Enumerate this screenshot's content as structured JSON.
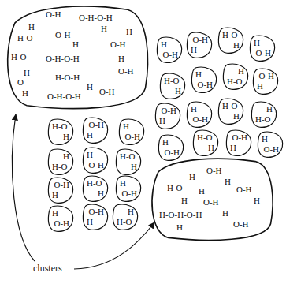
{
  "diagram": {
    "nodes": [
      {
        "text": [
          "O-H",
          "O-H-O-H",
          "H",
          "H",
          "H-O",
          "O-H",
          "H",
          "H",
          "O-H",
          "H-O",
          "O-H-O-H",
          "H",
          "O-H",
          "H",
          "O",
          "H-O-H",
          "H",
          "O-H",
          "H",
          "O-H-O-H"
        ]
      },
      {
        "text": [
          "H",
          "O-H"
        ]
      },
      {
        "text": [
          "O-H",
          "H"
        ]
      },
      {
        "text": [
          "H-O",
          "H"
        ]
      },
      {
        "text": [
          "H",
          "O-H"
        ]
      },
      {
        "text": [
          "O-H",
          "H"
        ]
      },
      {
        "text": [
          "H",
          "H-O"
        ]
      },
      {
        "text": [
          "H",
          "O-H"
        ]
      },
      {
        "text": [
          "H-O",
          "H"
        ]
      },
      {
        "text": [
          "O-H",
          "H"
        ]
      },
      {
        "text": [
          "H",
          "O-H"
        ]
      },
      {
        "text": [
          "H-O",
          "H"
        ]
      },
      {
        "text": [
          "H",
          "H-O"
        ]
      },
      {
        "text": [
          "H",
          "O-H"
        ]
      },
      {
        "text": [
          "O-H",
          "H"
        ]
      },
      {
        "text": [
          "H-O",
          "H"
        ]
      },
      {
        "text": [
          "H",
          "O-H"
        ]
      },
      {
        "text": [
          "H",
          "O-H"
        ]
      },
      {
        "text": [
          "O-H",
          "H"
        ]
      },
      {
        "text": [
          "H-O",
          "H"
        ]
      },
      {
        "text": [
          "H",
          "H-O"
        ]
      },
      {
        "text": [
          "H",
          "O-H"
        ]
      },
      {
        "text": [
          "H-O",
          "H"
        ]
      },
      {
        "text": [
          "O-H",
          "H"
        ]
      },
      {
        "text": [
          "H-O",
          "H"
        ]
      },
      {
        "text": [
          "H",
          "O-H"
        ]
      },
      {
        "text": [
          "H",
          "O-H"
        ]
      },
      {
        "text": [
          "O-H",
          "H"
        ]
      },
      {
        "text": [
          "H",
          "H-O"
        ]
      },
      {
        "text": [
          "O-H",
          "H",
          "H",
          "O-H",
          "H-O",
          "H",
          "H",
          "O-H",
          "H",
          "H-O-H-O-H",
          "H",
          "O-H",
          "H"
        ]
      }
    ],
    "labels": [
      "clusters"
    ]
  }
}
